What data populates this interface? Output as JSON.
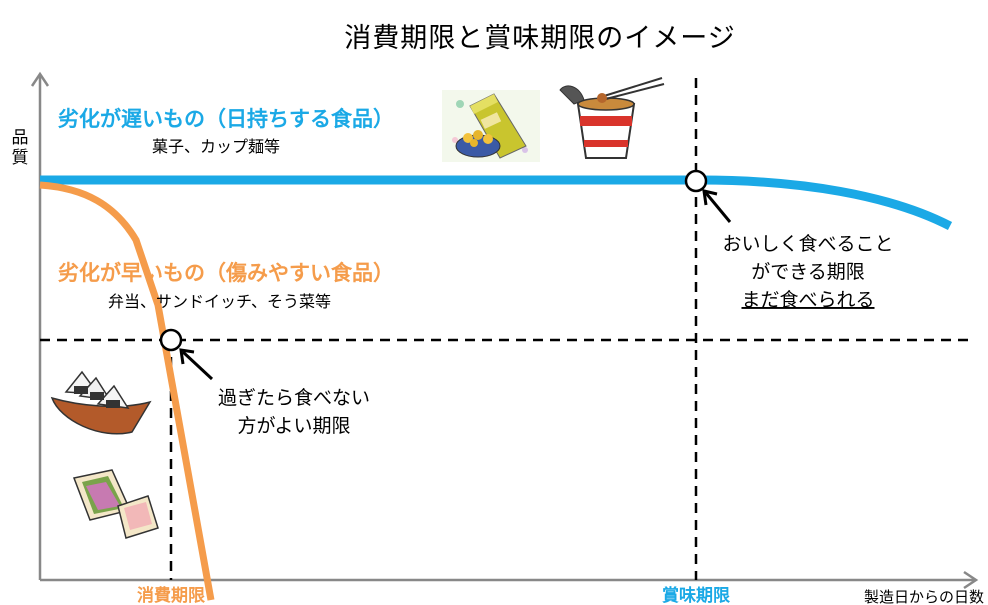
{
  "title": "消費期限と賞味期限のイメージ",
  "y_axis_label": "品質",
  "x_axis_label": "製造日からの日数",
  "slow": {
    "title": "劣化が遅いもの（日持ちする食品）",
    "examples": "菓子、カップ麺等",
    "color": "#1ba9e6"
  },
  "fast": {
    "title": "劣化が早いもの（傷みやすい食品）",
    "examples": "弁当、サンドイッチ、そう菜等",
    "color": "#f59c4b"
  },
  "best_before": {
    "label": "賞味期限",
    "note_lines": [
      "おいしく食べること",
      "ができる期限"
    ],
    "note_emphasis": "まだ食べられる"
  },
  "use_by": {
    "label": "消費期限",
    "note_lines": [
      "過ぎたら食べない",
      "方がよい期限"
    ]
  },
  "icons": [
    "snack-bag-icon",
    "cup-noodle-icon",
    "rice-ball-icon",
    "sandwich-icon"
  ]
}
